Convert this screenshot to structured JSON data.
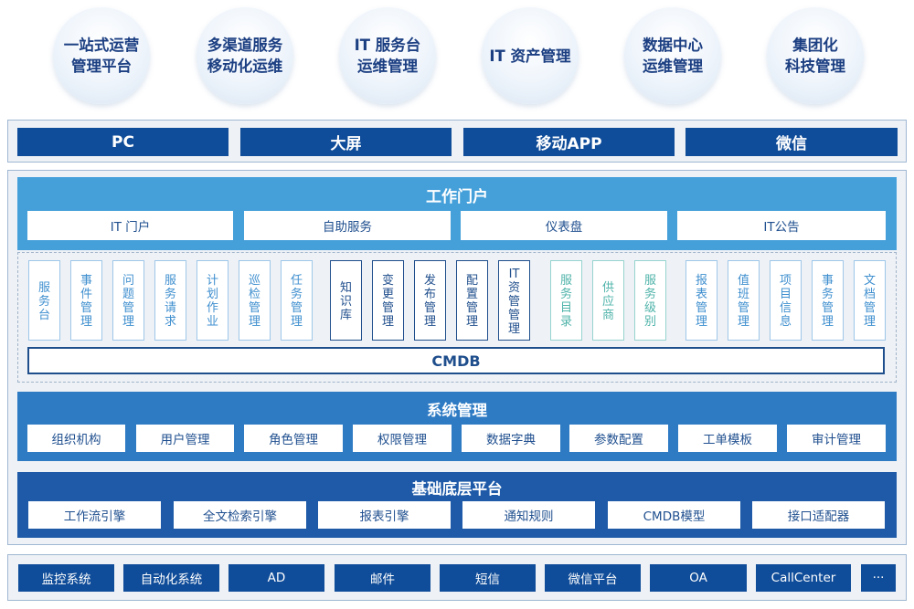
{
  "scenarios": [
    "一站式运营\n管理平台",
    "多渠道服务\n移动化运维",
    "IT 服务台\n运维管理",
    "IT 资产管理",
    "数据中心\n运维管理",
    "集团化\n科技管理"
  ],
  "terminals": [
    "PC",
    "大屏",
    "移动APP",
    "微信"
  ],
  "portal": {
    "title": "工作门户",
    "items": [
      "IT 门户",
      "自助服务",
      "仪表盘",
      "IT公告"
    ]
  },
  "modules": [
    {
      "label": "服务台",
      "style": "light"
    },
    {
      "label": "事件管理",
      "style": "light"
    },
    {
      "label": "问题管理",
      "style": "light"
    },
    {
      "label": "服务请求",
      "style": "light"
    },
    {
      "label": "计划作业",
      "style": "light"
    },
    {
      "label": "巡检管理",
      "style": "light"
    },
    {
      "label": "任务管理",
      "style": "light"
    },
    {
      "label": "知识库",
      "style": "dark"
    },
    {
      "label": "变更管理",
      "style": "dark"
    },
    {
      "label": "发布管理",
      "style": "dark"
    },
    {
      "label": "配置管理",
      "style": "dark"
    },
    {
      "label": "IT资管管理",
      "style": "dark"
    },
    {
      "label": "服务目录",
      "style": "teal"
    },
    {
      "label": "供应商",
      "style": "teal"
    },
    {
      "label": "服务级别",
      "style": "teal"
    },
    {
      "label": "报表管理",
      "style": "light"
    },
    {
      "label": "值班管理",
      "style": "light"
    },
    {
      "label": "项目信息",
      "style": "light"
    },
    {
      "label": "事务管理",
      "style": "light"
    },
    {
      "label": "文档管理",
      "style": "light"
    }
  ],
  "cmdb": "CMDB",
  "system": {
    "title": "系统管理",
    "items": [
      "组织机构",
      "用户管理",
      "角色管理",
      "权限管理",
      "数据字典",
      "参数配置",
      "工单模板",
      "审计管理"
    ]
  },
  "base": {
    "title": "基础底层平台",
    "items": [
      "工作流引擎",
      "全文检索引擎",
      "报表引擎",
      "通知规则",
      "CMDB模型",
      "接口适配器"
    ]
  },
  "integrations": [
    "监控系统",
    "自动化系统",
    "AD",
    "邮件",
    "短信",
    "微信平台",
    "OA",
    "CallCenter",
    "···"
  ],
  "colors": {
    "dark_blue": "#0f4c99",
    "portal_blue": "#45a0da",
    "system_blue": "#2e7bc4",
    "base_blue": "#1e5aa8"
  }
}
